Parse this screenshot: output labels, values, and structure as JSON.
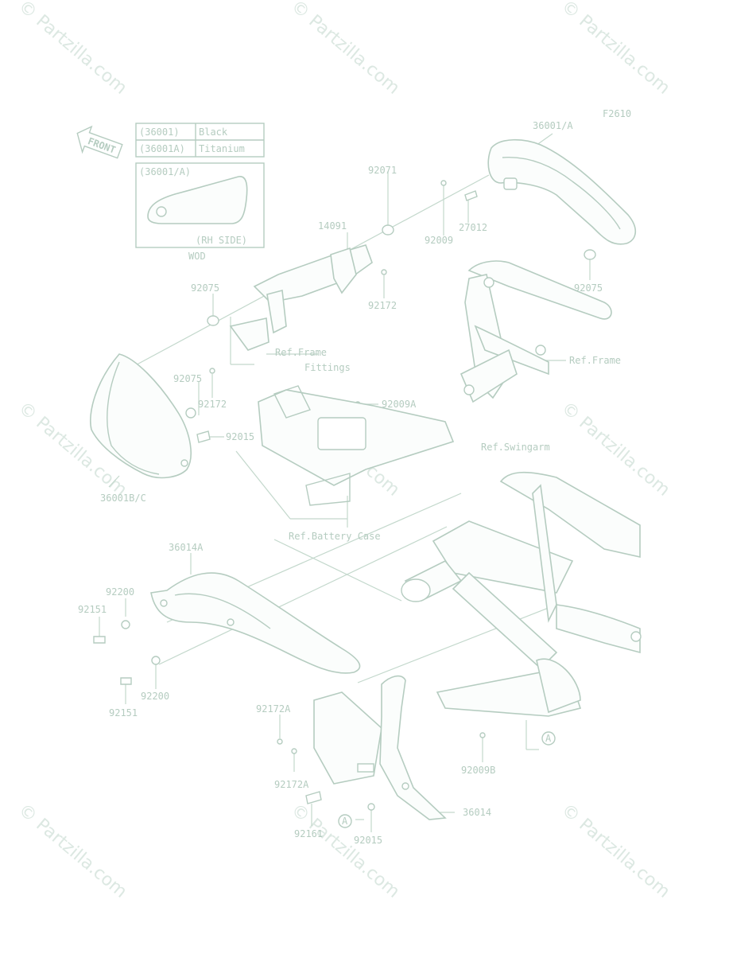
{
  "figure_code": "F2610",
  "front_label": "FRONT",
  "color_table": {
    "rows": [
      {
        "part": "(36001)",
        "color": "Black"
      },
      {
        "part": "(36001A)",
        "color": "Titanium"
      }
    ]
  },
  "inset": {
    "title": "(36001/A)",
    "side": "(RH SIDE)",
    "code": "WOD"
  },
  "watermark": "© Partzilla.com",
  "colors": {
    "line": "#b5ccc0",
    "text": "#b5ccc0",
    "watermark": "#dce8e2"
  },
  "labels": {
    "p36001A_top": "36001/A",
    "p92071": "92071",
    "p14091": "14091",
    "p27012": "27012",
    "p92009_top": "92009",
    "p92075_right": "92075",
    "p92075_left": "92075",
    "p92172_top": "92172",
    "ref_frame_fittings_1": "Ref.Frame",
    "ref_frame_fittings_2": "Fittings",
    "ref_frame": "Ref.Frame",
    "p92075_mid": "92075",
    "p92172_mid": "92172",
    "p92009A": "92009A",
    "p92015_mid": "92015",
    "p36001BC": "36001B/C",
    "ref_swingarm": "Ref.Swingarm",
    "ref_battery_case": "Ref.Battery Case",
    "p36014A": "36014A",
    "p92200_top": "92200",
    "p92151_top": "92151",
    "p92200_bottom": "92200",
    "p92151_bottom": "92151",
    "p92172A_top": "92172A",
    "p92172A_bottom": "92172A",
    "p92009B": "92009B",
    "marker_A_right": "A",
    "p36014": "36014",
    "marker_A_bottom": "A",
    "p92015_bottom": "92015",
    "p92161": "92161"
  }
}
